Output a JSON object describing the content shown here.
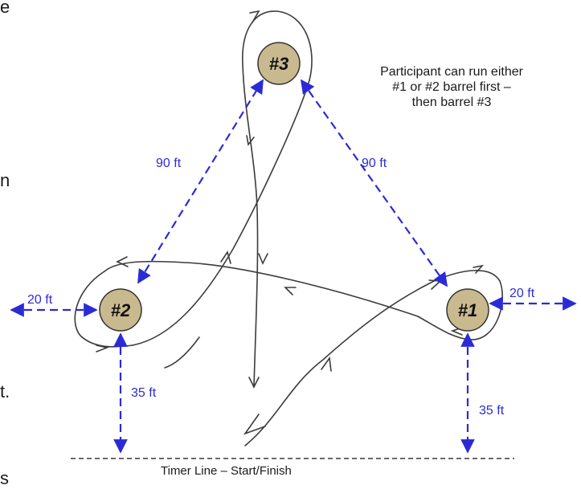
{
  "colors": {
    "barrel_fill": "#c9b98f",
    "dimension": "#2b2bd6",
    "path": "#3b3b3b"
  },
  "edge_fragments": [
    "e",
    "n",
    "t.",
    "s"
  ],
  "barrels": [
    {
      "label": "#1"
    },
    {
      "label": "#2"
    },
    {
      "label": "#3"
    }
  ],
  "dimensions": {
    "left_distance": "90 ft",
    "right_distance": "90 ft",
    "left_side": "20 ft",
    "right_side": "20 ft",
    "left_start": "35 ft",
    "right_start": "35 ft"
  },
  "note_lines": [
    "Participant can run either",
    "#1 or #2 barrel first –",
    "then barrel #3"
  ],
  "timer_line_label": "Timer Line – Start/Finish"
}
